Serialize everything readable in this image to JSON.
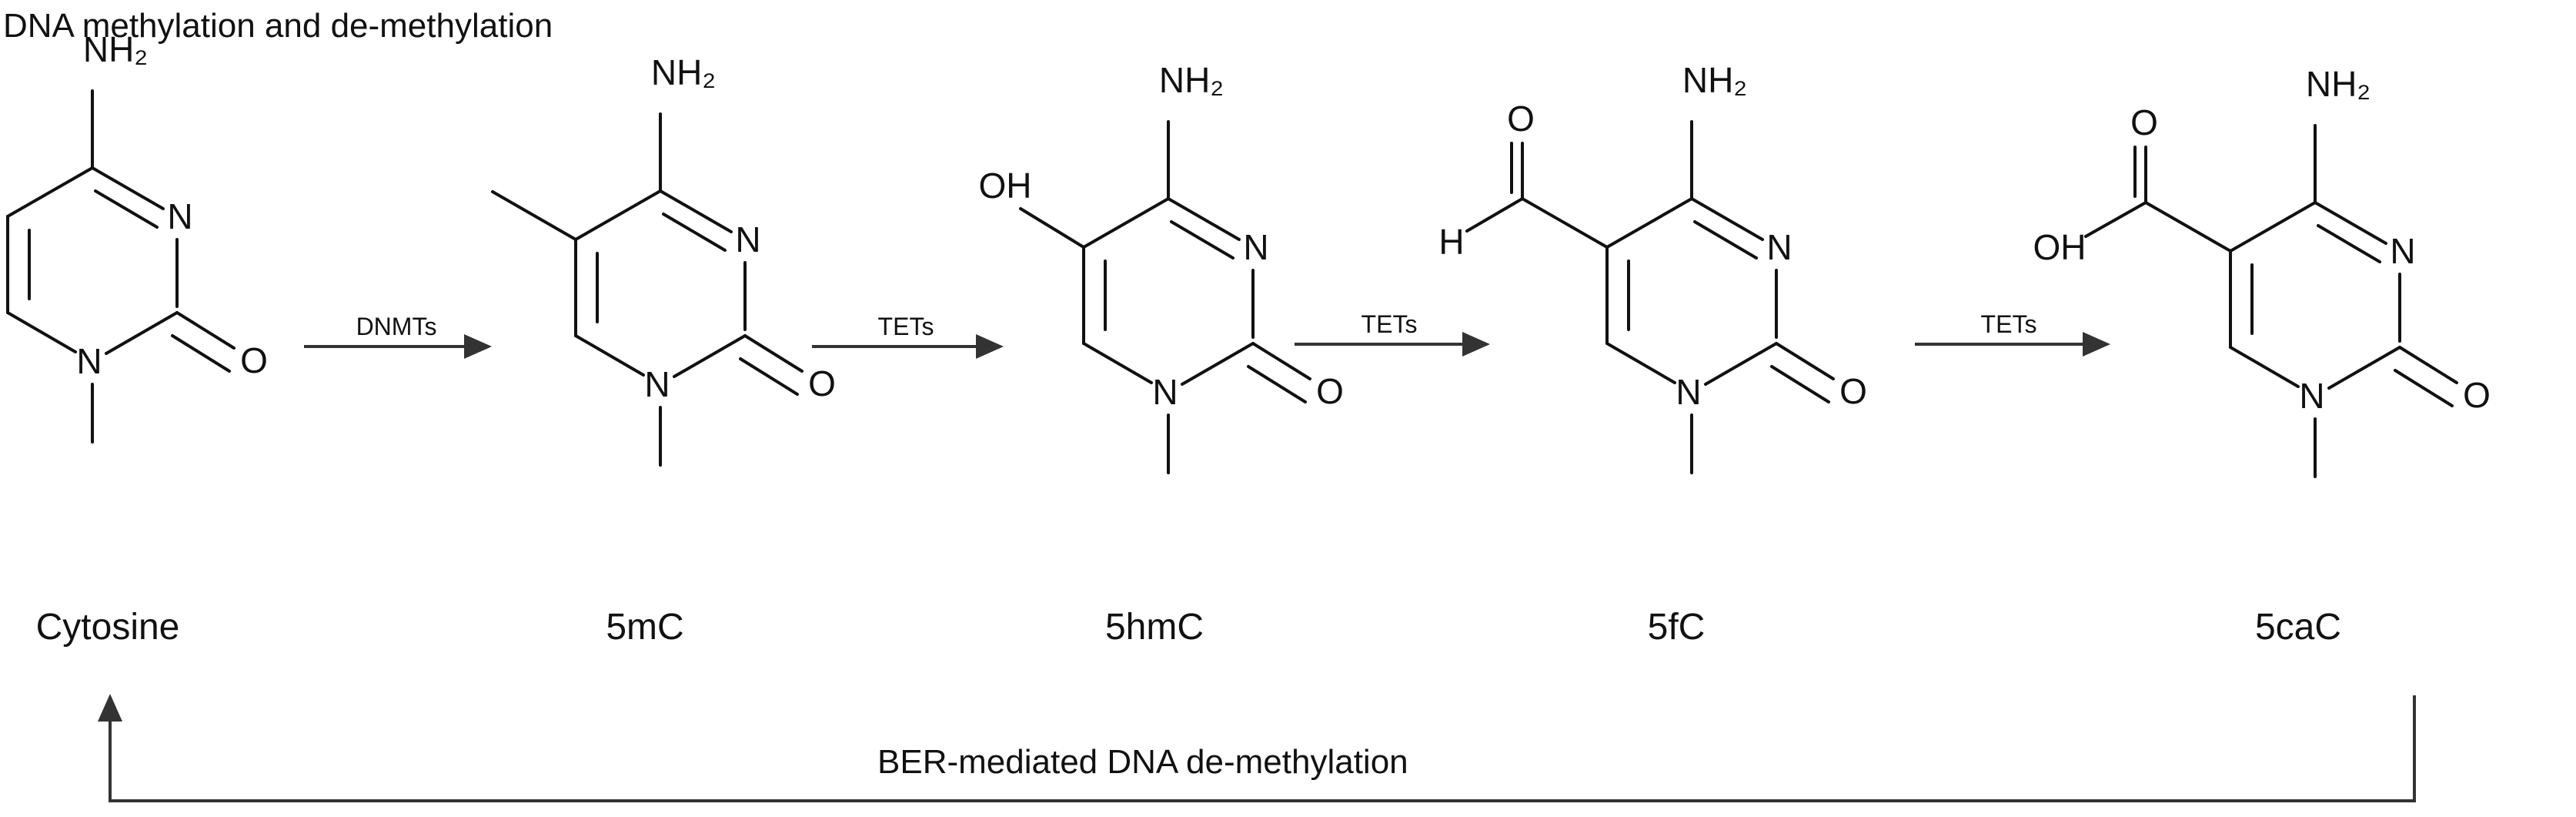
{
  "title": "DNA methylation and de-methylation",
  "atoms": {
    "amine": "NH₂",
    "nitrogen": "N",
    "oxygen": "O",
    "hydroxyl": "OH",
    "hydrogen": "H"
  },
  "molecules": [
    {
      "name": "Cytosine",
      "substituent": "none"
    },
    {
      "name": "5mC",
      "substituent": "methyl",
      "color": "#4fd6e6"
    },
    {
      "name": "5hmC",
      "substituent": "hydroxymethyl",
      "color": "#e8363b"
    },
    {
      "name": "5fC",
      "substituent": "formyl",
      "color": "#f4a259"
    },
    {
      "name": "5caC",
      "substituent": "carboxyl",
      "color": "#2e8b57"
    }
  ],
  "reactions": [
    {
      "label": "DNMTs"
    },
    {
      "label": "TETs"
    },
    {
      "label": "TETs"
    },
    {
      "label": "TETs"
    }
  ],
  "return_path": {
    "label": "BER-mediated DNA de-methylation"
  }
}
